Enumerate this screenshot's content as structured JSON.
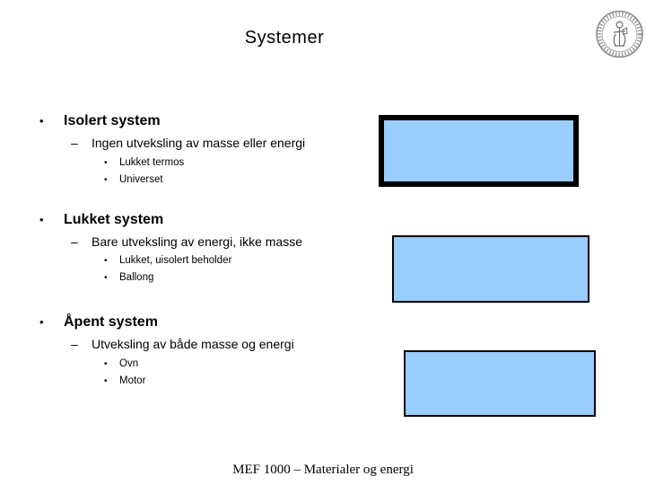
{
  "slide": {
    "title": "Systemer",
    "footer": "MEF 1000 – Materialer og energi",
    "logo": {
      "name": "university-seal"
    },
    "colors": {
      "box_fill": "#99CCFF",
      "box_border": "#000000",
      "text": "#000000",
      "background": "#FFFFFF"
    },
    "markers": {
      "level1": "•",
      "level2": "–",
      "level3": "•"
    },
    "sections": [
      {
        "heading": "Isolert system",
        "sub": "Ingen utveksling av masse eller energi",
        "examples": [
          "Lukket termos",
          "Universet"
        ]
      },
      {
        "heading": "Lukket system",
        "sub": "Bare utveksling av energi, ikke masse",
        "examples": [
          "Lukket, uisolert beholder",
          "Ballong"
        ]
      },
      {
        "heading": "Åpent system",
        "sub": "Utveksling av både masse og energi",
        "examples": [
          "Ovn",
          "Motor"
        ]
      }
    ]
  }
}
